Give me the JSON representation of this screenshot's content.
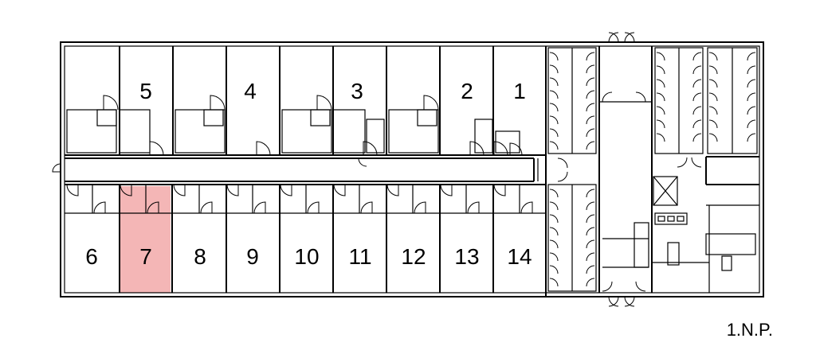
{
  "floor_label": "1.N.P.",
  "north_rooms": [
    {
      "id": "room-5",
      "label": "5"
    },
    {
      "id": "room-4",
      "label": "4"
    },
    {
      "id": "room-3",
      "label": "3"
    },
    {
      "id": "room-2",
      "label": "2"
    },
    {
      "id": "room-1",
      "label": "1"
    }
  ],
  "south_rooms": [
    {
      "id": "room-6",
      "label": "6"
    },
    {
      "id": "room-7",
      "label": "7"
    },
    {
      "id": "room-8",
      "label": "8"
    },
    {
      "id": "room-9",
      "label": "9"
    },
    {
      "id": "room-10",
      "label": "10"
    },
    {
      "id": "room-11",
      "label": "11"
    },
    {
      "id": "room-12",
      "label": "12"
    },
    {
      "id": "room-13",
      "label": "13"
    },
    {
      "id": "room-14",
      "label": "14"
    }
  ],
  "highlighted_room": "7",
  "colors": {
    "highlight": "#f4b6b6",
    "wall": "#000000",
    "background": "#ffffff"
  }
}
